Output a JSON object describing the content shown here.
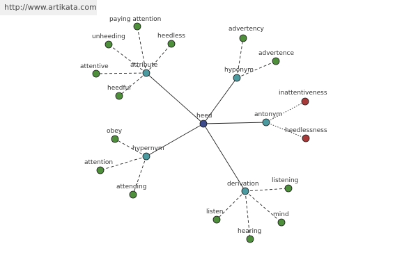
{
  "banner": {
    "url": "http://www.artikata.com"
  },
  "graph": {
    "colors": {
      "center": "#3c4a8c",
      "relation": "#4a9aa0",
      "leaf": "#4e8f3c",
      "antonym_leaf": "#a83a3a"
    },
    "center": {
      "id": "heed",
      "label": "heed"
    },
    "relations": [
      {
        "id": "attribute",
        "label": "attribute",
        "leaves": [
          "paying attention",
          "unheeding",
          "heedless",
          "attentive",
          "heedful"
        ]
      },
      {
        "id": "hyponym",
        "label": "hyponym",
        "leaves": [
          "advertency",
          "advertence"
        ]
      },
      {
        "id": "antonym",
        "label": "antonym",
        "leaves": [
          "inattentiveness",
          "heedlessness"
        ]
      },
      {
        "id": "hypernym",
        "label": "hypernym",
        "leaves": [
          "obey",
          "attention",
          "attending"
        ]
      },
      {
        "id": "derivation",
        "label": "derivation",
        "leaves": [
          "listening",
          "listen",
          "mind",
          "hearing"
        ]
      }
    ]
  }
}
